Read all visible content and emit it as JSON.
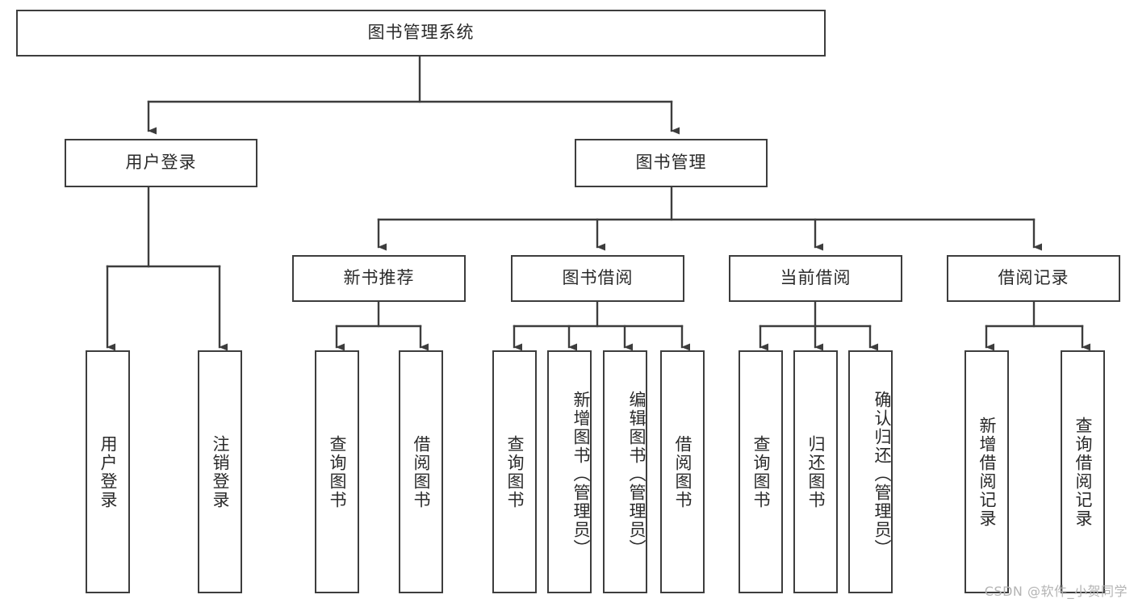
{
  "diagram": {
    "title": "图书管理系统",
    "type": "tree-hierarchy-diagram",
    "watermark": "CSDN @软件_小贺同学",
    "colors": {
      "box_border": "#3d3d3d",
      "box_fill": "#ffffff",
      "edge": "#3d3d3d",
      "text": "#2a2a2a",
      "watermark": "#b4b4b4",
      "background": "#ffffff"
    },
    "root": {
      "label": "图书管理系统",
      "id": "root"
    },
    "level1": [
      {
        "id": "user-login",
        "label": "用户登录"
      },
      {
        "id": "book-management",
        "label": "图书管理"
      }
    ],
    "level2": [
      {
        "id": "new-book-recommend",
        "label": "新书推荐",
        "parent": "book-management"
      },
      {
        "id": "book-borrow",
        "label": "图书借阅",
        "parent": "book-management"
      },
      {
        "id": "current-borrow",
        "label": "当前借阅",
        "parent": "book-management"
      },
      {
        "id": "borrow-record",
        "label": "借阅记录",
        "parent": "book-management"
      }
    ],
    "leaves": {
      "user-login": [
        {
          "id": "leaf-user-login",
          "label": "用户登录"
        },
        {
          "id": "leaf-logout-login",
          "label": "注销登录"
        }
      ],
      "new-book-recommend": [
        {
          "id": "leaf-query-book-1",
          "label": "查询图书"
        },
        {
          "id": "leaf-borrow-book-1",
          "label": "借阅图书"
        }
      ],
      "book-borrow": [
        {
          "id": "leaf-query-book-2",
          "label": "查询图书"
        },
        {
          "id": "leaf-add-book",
          "label": "新增图书（管理员）"
        },
        {
          "id": "leaf-edit-book",
          "label": "编辑图书（管理员）"
        },
        {
          "id": "leaf-borrow-book-2",
          "label": "借阅图书"
        }
      ],
      "current-borrow": [
        {
          "id": "leaf-query-book-3",
          "label": "查询图书"
        },
        {
          "id": "leaf-return-book",
          "label": "归还图书"
        },
        {
          "id": "leaf-confirm-return",
          "label": "确认归还（管理员）"
        }
      ],
      "borrow-record": [
        {
          "id": "leaf-add-record",
          "label": "新增借阅记录"
        },
        {
          "id": "leaf-query-record",
          "label": "查询借阅记录"
        }
      ]
    }
  }
}
